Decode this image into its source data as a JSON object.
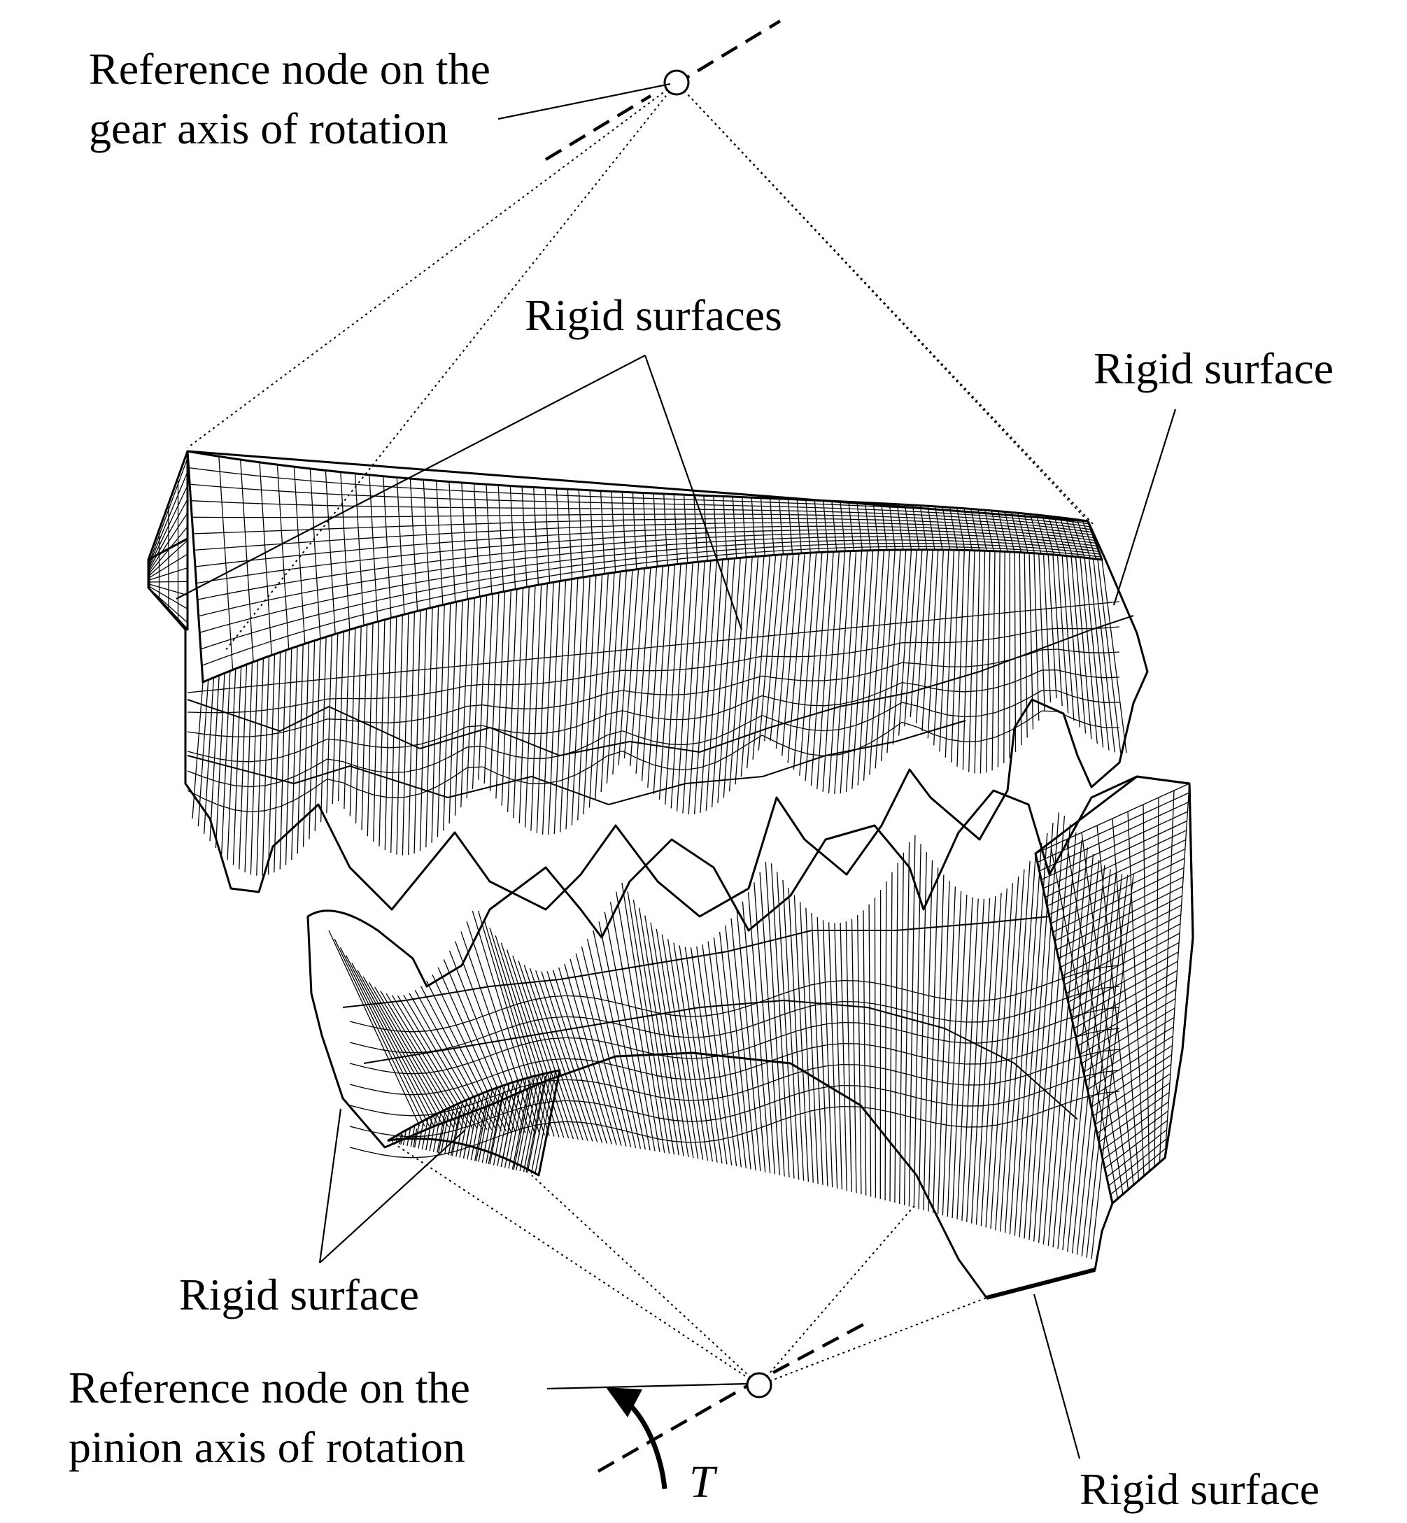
{
  "labels": {
    "gear_node_line1": "Reference node on the",
    "gear_node_line2": "gear axis of rotation",
    "rigid_surfaces_top": "Rigid surfaces",
    "rigid_surface_right": "Rigid surface",
    "rigid_surface_left": "Rigid surface",
    "pinion_node_line1": "Reference node on the",
    "pinion_node_line2": "pinion axis of rotation",
    "torque": "T",
    "rigid_surface_bottom": "Rigid surface"
  }
}
